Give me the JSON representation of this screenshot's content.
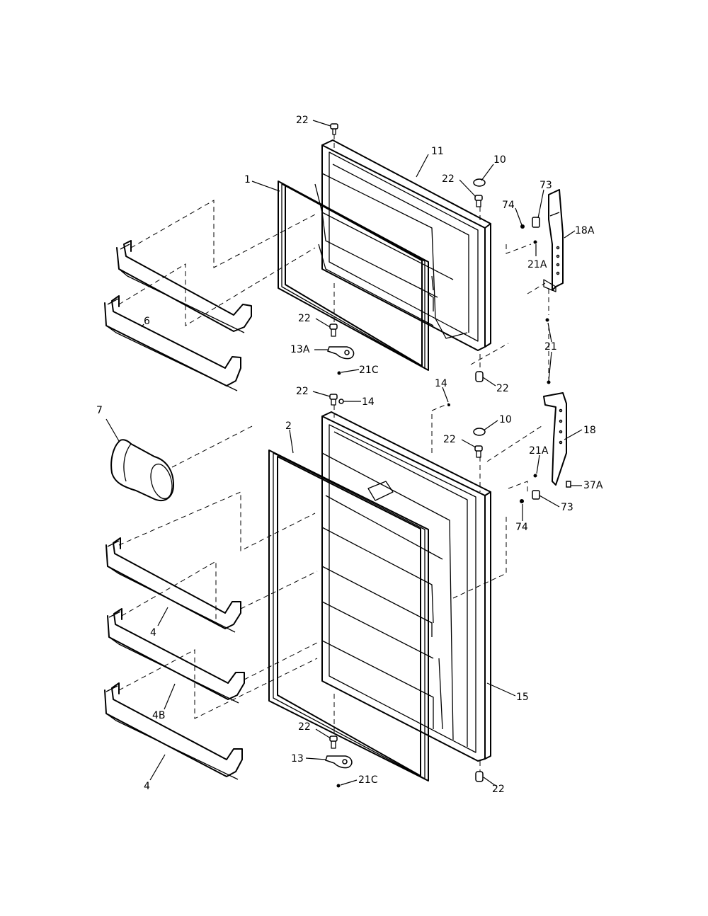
{
  "callouts": [
    {
      "id": "c-22-top",
      "text": "22"
    },
    {
      "id": "c-11",
      "text": "11"
    },
    {
      "id": "c-10-upper",
      "text": "10"
    },
    {
      "id": "c-22-hinge-upper",
      "text": "22"
    },
    {
      "id": "c-73-upper",
      "text": "73"
    },
    {
      "id": "c-74-upper",
      "text": "74"
    },
    {
      "id": "c-18A",
      "text": "18A"
    },
    {
      "id": "c-21A-upper",
      "text": "21A"
    },
    {
      "id": "c-1",
      "text": "1"
    },
    {
      "id": "c-6",
      "text": "6"
    },
    {
      "id": "c-22-freezer-bottom",
      "text": "22"
    },
    {
      "id": "c-13A",
      "text": "13A"
    },
    {
      "id": "c-21C-upper",
      "text": "21C"
    },
    {
      "id": "c-22-freezer-hinge-bottom",
      "text": "22"
    },
    {
      "id": "c-21",
      "text": "21"
    },
    {
      "id": "c-22-fresh-top",
      "text": "22"
    },
    {
      "id": "c-14-left",
      "text": "14"
    },
    {
      "id": "c-14-right",
      "text": "14"
    },
    {
      "id": "c-7",
      "text": "7"
    },
    {
      "id": "c-2",
      "text": "2"
    },
    {
      "id": "c-10-lower",
      "text": "10"
    },
    {
      "id": "c-22-hinge-lower",
      "text": "22"
    },
    {
      "id": "c-18",
      "text": "18"
    },
    {
      "id": "c-21A-lower",
      "text": "21A"
    },
    {
      "id": "c-37A",
      "text": "37A"
    },
    {
      "id": "c-73-lower",
      "text": "73"
    },
    {
      "id": "c-74-lower",
      "text": "74"
    },
    {
      "id": "c-4-upper",
      "text": "4"
    },
    {
      "id": "c-4B",
      "text": "4B"
    },
    {
      "id": "c-4-lower",
      "text": "4"
    },
    {
      "id": "c-15",
      "text": "15"
    },
    {
      "id": "c-22-fresh-bottom",
      "text": "22"
    },
    {
      "id": "c-13",
      "text": "13"
    },
    {
      "id": "c-21C-lower",
      "text": "21C"
    },
    {
      "id": "c-22-bottom-hinge",
      "text": "22"
    }
  ]
}
